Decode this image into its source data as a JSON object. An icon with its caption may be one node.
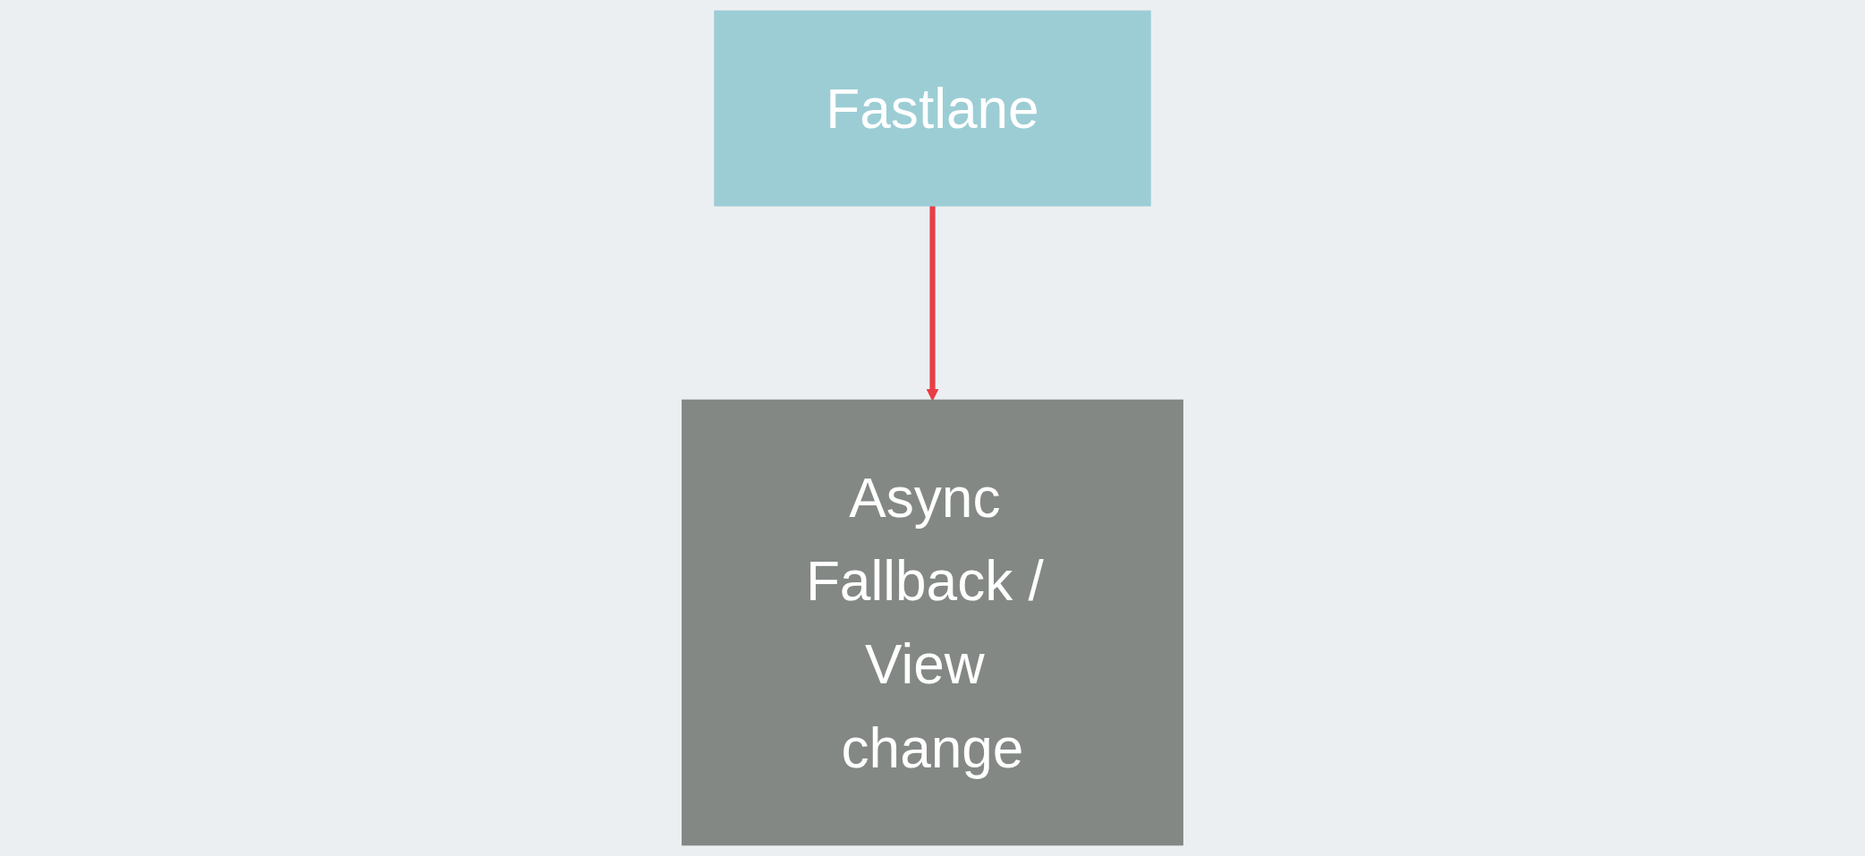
{
  "diagram": {
    "nodes": [
      {
        "text": [
          "Fastlane"
        ]
      },
      {
        "text": [
          "Async Fallback / View change"
        ]
      }
    ],
    "edges": [
      {
        "from": 0,
        "to": 1,
        "arrow": "to",
        "color": "#e83e45"
      }
    ]
  }
}
